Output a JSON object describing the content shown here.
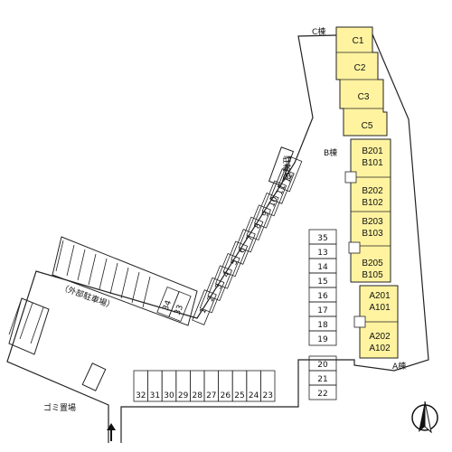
{
  "colors": {
    "building_fill": "#fff3a0",
    "stroke": "#222222",
    "background": "#ffffff"
  },
  "icons": {
    "north_arrow": "north-arrow-icon",
    "entrance_arrow": "up-arrow-icon"
  },
  "labels": {
    "building_c": "C棟",
    "building_b": "B棟",
    "building_a": "A棟",
    "bicycle_parking": "駐輪場",
    "outside_parking": "（外部駐車場）",
    "garbage": "ゴミ置場"
  },
  "units": {
    "c1": "C1",
    "c2": "C2",
    "c3": "C3",
    "c5": "C5",
    "b201": "B201",
    "b101": "B101",
    "b202": "B202",
    "b102": "B102",
    "b203": "B203",
    "b103": "B103",
    "b205": "B205",
    "b105": "B105",
    "a201": "A201",
    "a101": "A101",
    "a202": "A202",
    "a102": "A102"
  },
  "parking": {
    "diagonal": [
      "1",
      "2",
      "3",
      "4",
      "5",
      "6",
      "7",
      "8",
      "9",
      "10",
      "11",
      "12"
    ],
    "right_column": [
      "35",
      "13",
      "14",
      "15",
      "16",
      "17",
      "18",
      "19"
    ],
    "bottom_right": [
      "20",
      "21",
      "22"
    ],
    "bottom_row": [
      "32",
      "31",
      "30",
      "29",
      "28",
      "27",
      "26",
      "25",
      "24",
      "23"
    ],
    "left_pair": [
      "34",
      "33"
    ]
  }
}
